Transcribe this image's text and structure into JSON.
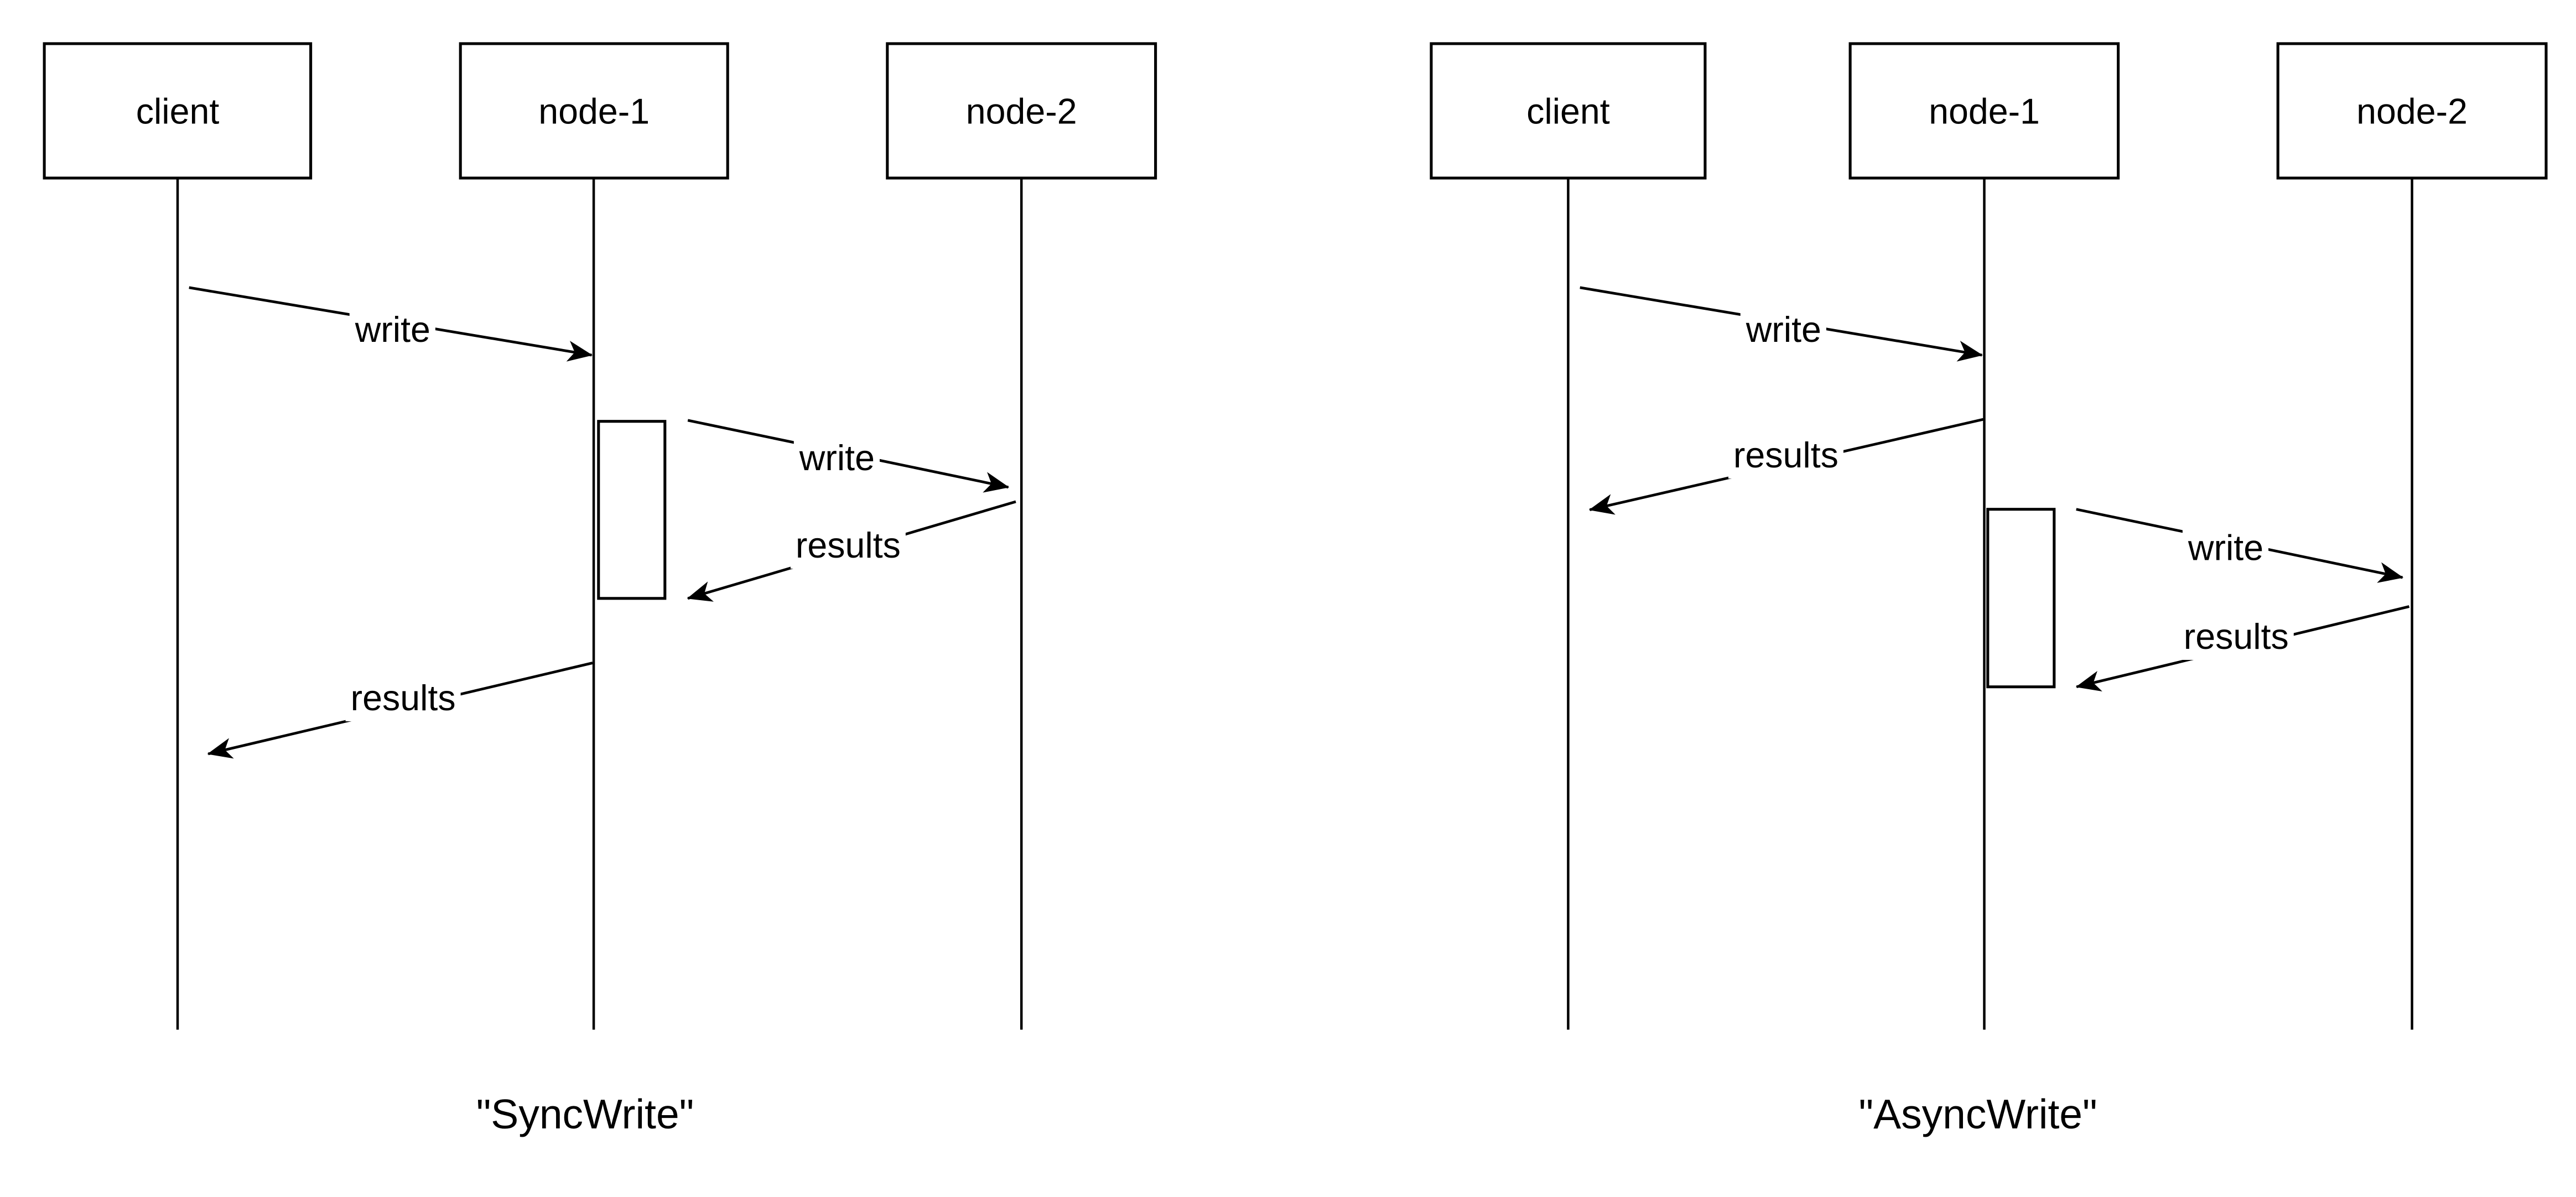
{
  "colors": {
    "line": "#000000",
    "background": "#ffffff"
  },
  "diagrams": [
    {
      "caption": "\"SyncWrite\"",
      "actors": [
        {
          "label": "client"
        },
        {
          "label": "node-1"
        },
        {
          "label": "node-2"
        }
      ],
      "messages": [
        {
          "label": "write",
          "from": "client",
          "to": "node-1"
        },
        {
          "label": "write",
          "from": "node-1",
          "to": "node-2"
        },
        {
          "label": "results",
          "from": "node-2",
          "to": "node-1"
        },
        {
          "label": "results",
          "from": "node-1",
          "to": "client"
        }
      ]
    },
    {
      "caption": "\"AsyncWrite\"",
      "actors": [
        {
          "label": "client"
        },
        {
          "label": "node-1"
        },
        {
          "label": "node-2"
        }
      ],
      "messages": [
        {
          "label": "write",
          "from": "client",
          "to": "node-1"
        },
        {
          "label": "results",
          "from": "node-1",
          "to": "client"
        },
        {
          "label": "write",
          "from": "node-1",
          "to": "node-2"
        },
        {
          "label": "results",
          "from": "node-2",
          "to": "node-1"
        }
      ]
    }
  ]
}
